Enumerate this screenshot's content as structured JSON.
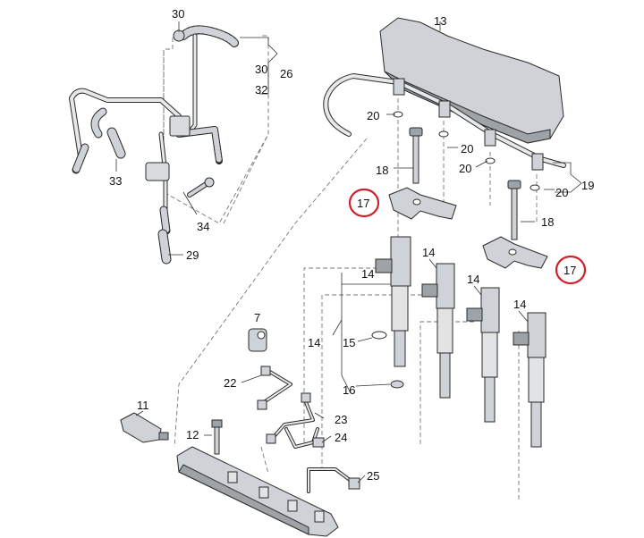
{
  "diagram": {
    "colors": {
      "part_fill": "#cfd2d6",
      "part_shade": "#9ea3a8",
      "outline": "#2b2b2b",
      "highlight_circle": "#d0202a",
      "dashed_guide": "#777777"
    },
    "callouts": {
      "c30_top": "30",
      "c30_mid": "30",
      "c26": "26",
      "c32": "32",
      "c33": "33",
      "c34": "34",
      "c29": "29",
      "c13": "13",
      "c20_a": "20",
      "c20_b": "20",
      "c20_c": "20",
      "c20_d": "20",
      "c19": "19",
      "c18_a": "18",
      "c18_b": "18",
      "c17_a": "17",
      "c17_b": "17",
      "c14_a": "14",
      "c14_b": "14",
      "c14_c": "14",
      "c14_d": "14",
      "c14_e": "14",
      "c15": "15",
      "c16": "16",
      "c7": "7",
      "c22": "22",
      "c23": "23",
      "c24": "24",
      "c25": "25",
      "c11": "11",
      "c12": "12"
    }
  }
}
